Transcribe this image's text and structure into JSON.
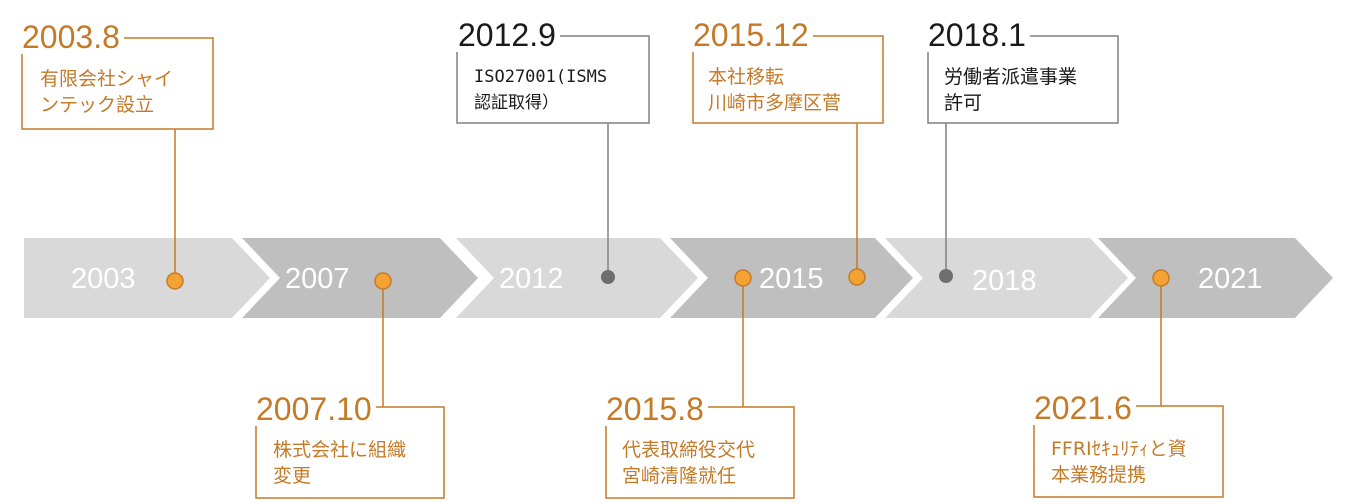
{
  "years": [
    "2003",
    "2007",
    "2012",
    "2015",
    "2018",
    "2021"
  ],
  "events": [
    {
      "date": "2003.8",
      "text": "有限会社シャイ\nンテック設立"
    },
    {
      "date": "2007.10",
      "text": "株式会社に組織\n変更"
    },
    {
      "date": "2012.9",
      "text": "ISO27001(ISMS\n認証取得）"
    },
    {
      "date": "2015.8",
      "text": "代表取締役交代\n宮崎清隆就任"
    },
    {
      "date": "2015.12",
      "text": "本社移転\n川崎市多摩区菅"
    },
    {
      "date": "2018.1",
      "text": "労働者派遣事業\n許可"
    },
    {
      "date": "2021.6",
      "text": "FFRIｾｷｭﾘﾃｨと資\n本業務提携"
    }
  ],
  "colors": {
    "accent": "#c47a27",
    "marker_orange": "#f4a233",
    "marker_gray": "#6e6e6e",
    "arrow_light": "#d9d9d9",
    "arrow_dark": "#bfbfbf",
    "box_gray_border": "#808080",
    "text_black": "#1a1a1a"
  }
}
